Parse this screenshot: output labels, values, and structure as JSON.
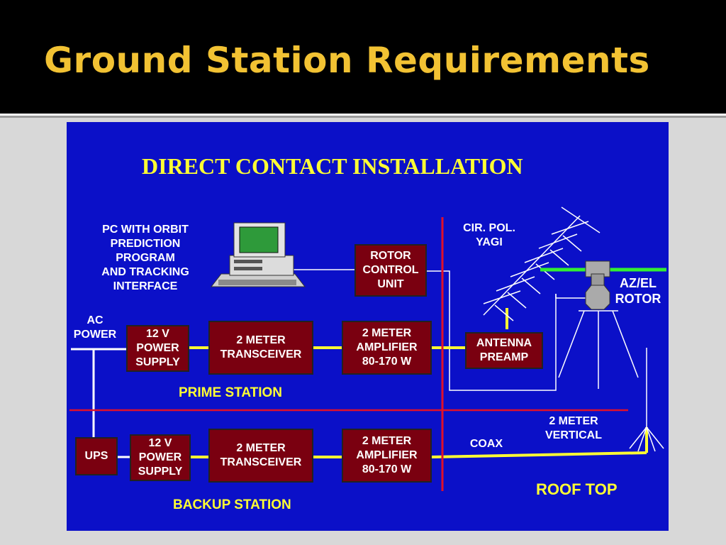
{
  "slide": {
    "title": "Ground Station Requirements"
  },
  "diagram": {
    "title": "DIRECT CONTACT INSTALLATION",
    "pc_label": "PC WITH ORBIT\nPREDICTION\nPROGRAM\nAND TRACKING\nINTERFACE",
    "ac_power": "AC\nPOWER",
    "yagi_label": "CIR. POL.\nYAGI",
    "rotor_label": "AZ/EL\nROTOR",
    "prime_station": "PRIME STATION",
    "backup_station": "BACKUP STATION",
    "roof_top": "ROOF TOP",
    "coax": "COAX",
    "vertical_label": "2 METER\nVERTICAL",
    "boxes": {
      "rotor_control": "ROTOR\nCONTROL\nUNIT",
      "prime_power_supply": "12 V\nPOWER\nSUPPLY",
      "prime_transceiver": "2 METER\nTRANSCEIVER",
      "prime_amplifier": "2 METER\nAMPLIFIER\n80-170 W",
      "antenna_preamp": "ANTENNA\nPREAMP",
      "ups": "UPS",
      "backup_power_supply": "12 V\nPOWER\nSUPPLY",
      "backup_transceiver": "2 METER\nTRANSCEIVER",
      "backup_amplifier": "2 METER\nAMPLIFIER\n80-170 W"
    },
    "colors": {
      "background": "#0b10c8",
      "box": "#7a0010",
      "coax": "#ffff33",
      "divider": "#e0102a",
      "boom": "#33ee33"
    }
  }
}
